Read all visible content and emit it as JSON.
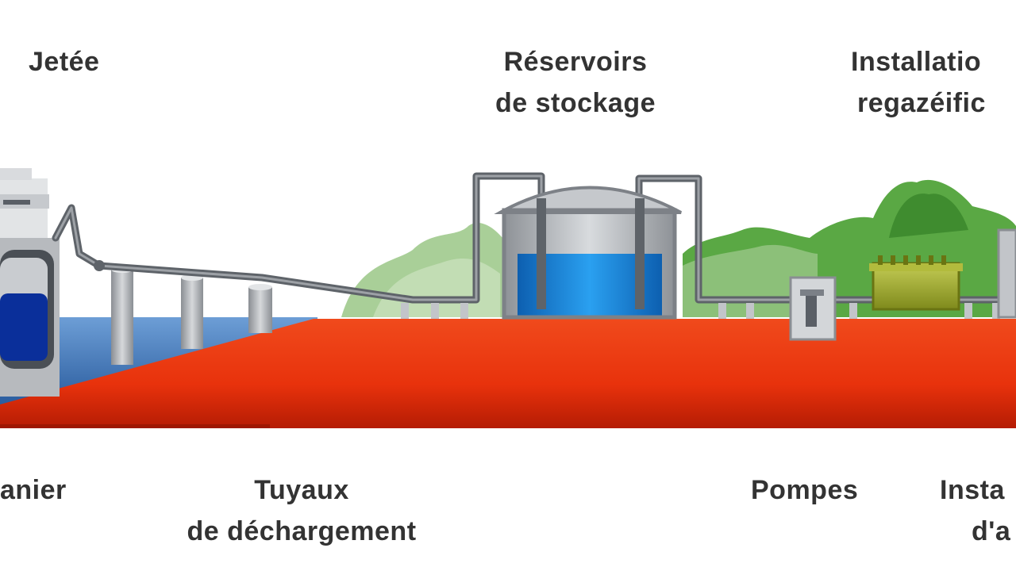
{
  "labels": {
    "jetee": "Jetée",
    "reservoirs_line1": "Réservoirs",
    "reservoirs_line2": "de stockage",
    "installation_line1": "Installatio",
    "installation_line2": "regazéific",
    "methanier": "anier",
    "tuyaux_line1": "Tuyaux",
    "tuyaux_line2": "de déchargement",
    "pompes": "Pompes",
    "insta_line1": "Insta",
    "insta_line2": "d'a"
  },
  "colors": {
    "ground_red": "#e8320c",
    "ground_dark_red": "#c21f05",
    "water_blue": "#3a6fb0",
    "tank_liquid_blue": "#1e90e6",
    "pipe_gray": "#6d7278",
    "structure_gray": "#b9bcc0",
    "tree_green": "#4f9a3a",
    "tree_light_green": "#9cc98a",
    "regas_unit_olive": "#9aa629"
  }
}
